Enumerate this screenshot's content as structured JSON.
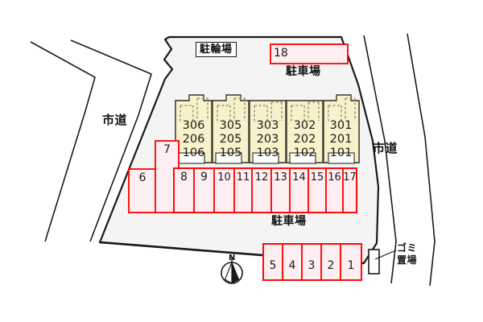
{
  "map": {
    "title": "apartment-site-plan",
    "colors": {
      "site_fill": "#f4f4f4",
      "site_stroke": "#1a1a1a",
      "building_fill": "#f7f2cb",
      "building_stroke": "#3a3a2a",
      "parking_fill": "#fdeef1",
      "parking_stroke": "#ff0000",
      "road_stroke": "#1a1a1a",
      "text": "#1a1a1a"
    },
    "roads": [
      {
        "id": "road-west",
        "label": "市道"
      },
      {
        "id": "road-east",
        "label": "市道"
      }
    ],
    "labels": {
      "bicycle_parking": "駐輪場",
      "parking_north": "駐車場",
      "parking_south": "駐車場",
      "garbage_area": "ゴミ\n置場",
      "garbage_area_line1": "ゴミ",
      "garbage_area_line2": "置場",
      "compass_north": "N"
    },
    "building": {
      "units": [
        {
          "floor3": "306",
          "floor2": "206",
          "floor1": "106"
        },
        {
          "floor3": "305",
          "floor2": "205",
          "floor1": "105"
        },
        {
          "floor3": "303",
          "floor2": "203",
          "floor1": "103"
        },
        {
          "floor3": "302",
          "floor2": "202",
          "floor1": "102"
        },
        {
          "floor3": "301",
          "floor2": "201",
          "floor1": "101"
        }
      ]
    },
    "parking_spaces": {
      "north_single": [
        "18"
      ],
      "west_pair": [
        "6",
        "7"
      ],
      "mid_row": [
        "8",
        "9",
        "10",
        "11",
        "12",
        "13",
        "14",
        "15",
        "16",
        "17"
      ],
      "south_row": [
        "5",
        "4",
        "3",
        "2",
        "1"
      ]
    }
  }
}
